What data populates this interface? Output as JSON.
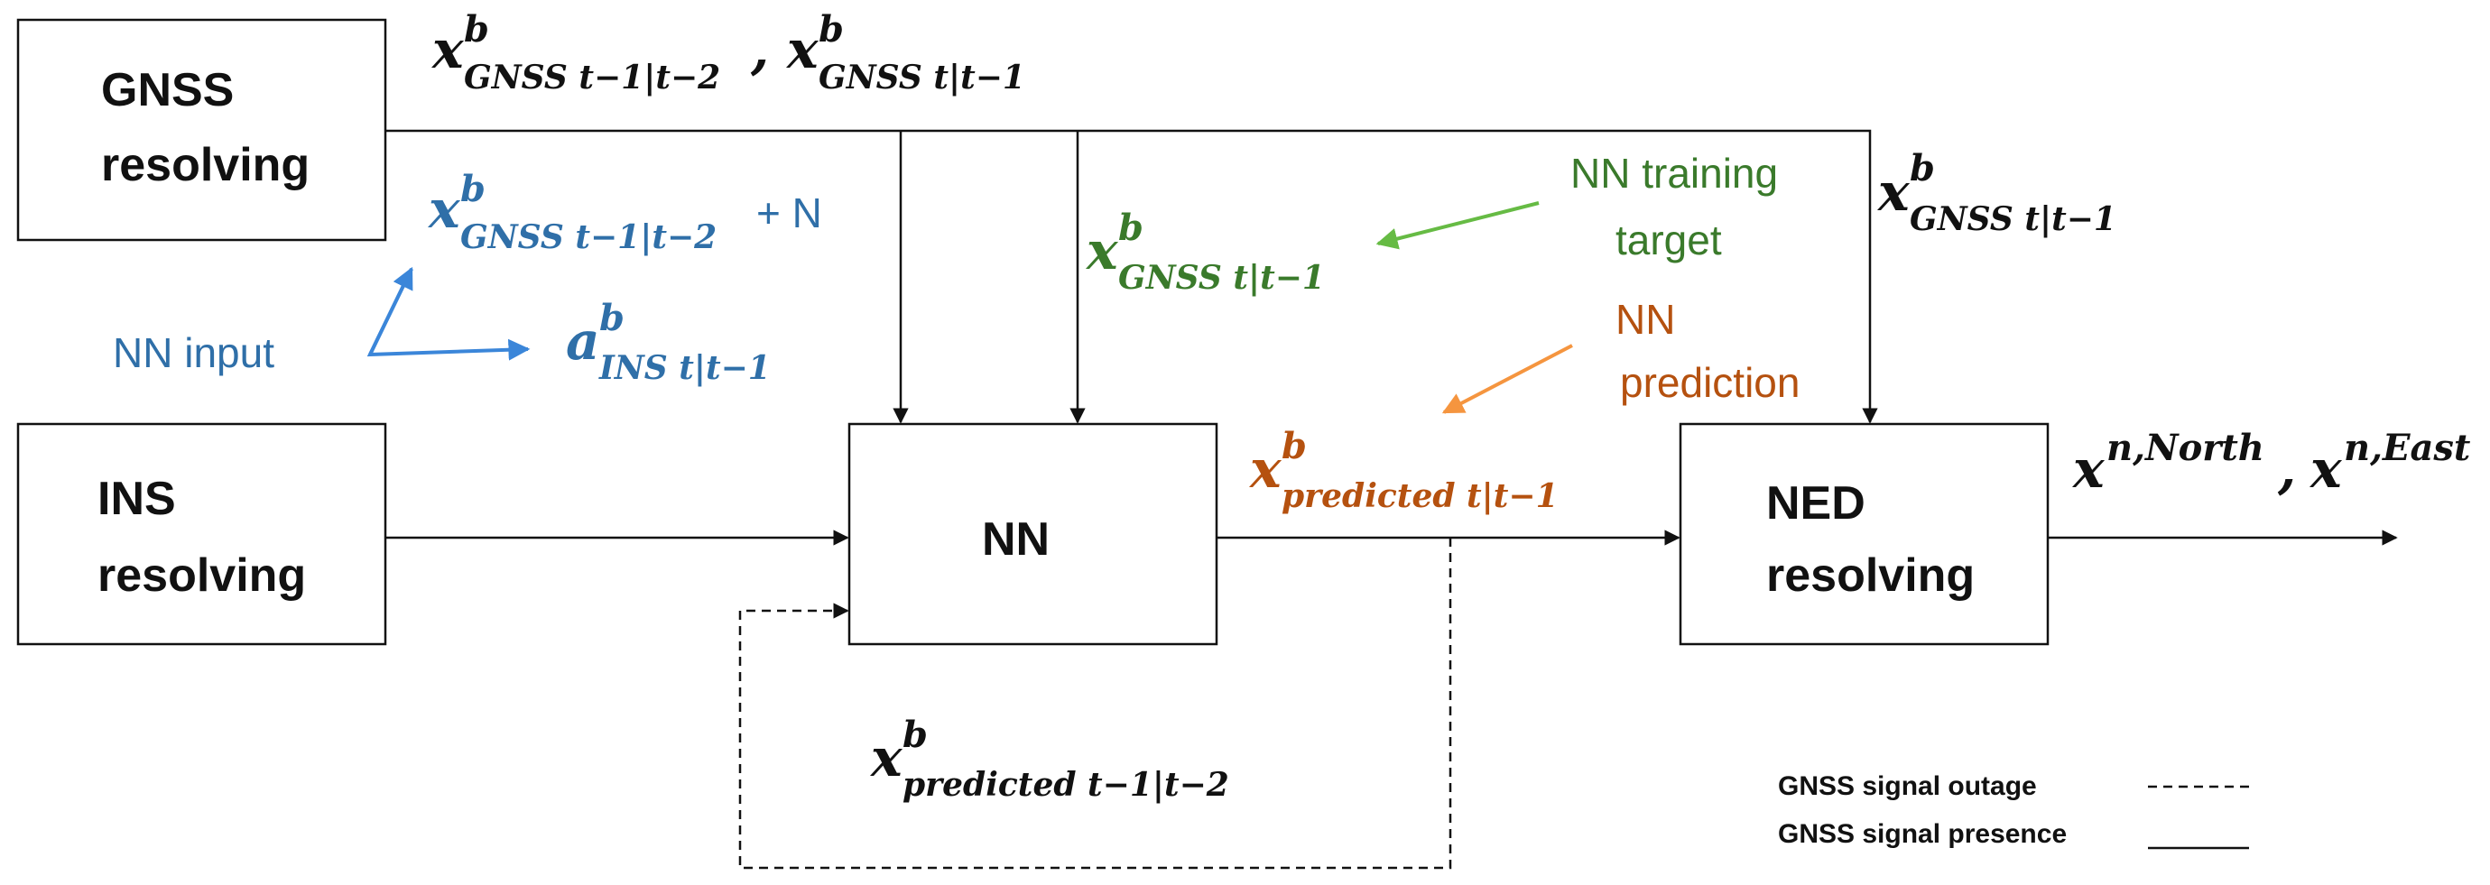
{
  "colors": {
    "black": "#111111",
    "blue": "#2f6fa8",
    "green": "#3a7a2b",
    "orange_text": "#b5510f",
    "blue_arrow": "#3b86d9",
    "green_arrow": "#66bb44",
    "orange_arrow": "#f5953f"
  },
  "boxes": {
    "gnss": [
      "GNSS",
      "resolving"
    ],
    "ins": [
      "INS",
      "resolving"
    ],
    "nn": [
      "NN"
    ],
    "ned": [
      "NED",
      "resolving"
    ]
  },
  "labels": {
    "nn_input": "NN input",
    "nn_training_target": [
      "NN training",
      "target"
    ],
    "nn_prediction": [
      "NN",
      "prediction"
    ]
  },
  "math": {
    "gnss_top": {
      "sym": "x",
      "sup": "b",
      "sub1": "GNSS t−1|t−2",
      "sep": ",",
      "sub2": "GNSS t|t−1"
    },
    "gnss_noise": {
      "sym": "x",
      "sup": "b",
      "sub": "GNSS t−1|t−2",
      "suffix": "+ N"
    },
    "ins_acc": {
      "sym": "a",
      "sup": "b",
      "sub": "INS t|t−1"
    },
    "gnss_target": {
      "sym": "x",
      "sup": "b",
      "sub": "GNSS t|t−1"
    },
    "gnss_right": {
      "sym": "x",
      "sup": "b",
      "sub": "GNSS t|t−1"
    },
    "predicted": {
      "sym": "x",
      "sup": "b",
      "sub": "predicted t|t−1"
    },
    "predicted_prev": {
      "sym": "x",
      "sup": "b",
      "sub": "predicted t−1|t−2"
    },
    "output": {
      "sym": "x",
      "sup1": "n,North",
      "sep": ",",
      "sup2": "n,East"
    }
  },
  "legend": {
    "outage": "GNSS signal outage",
    "presence": "GNSS signal presence"
  }
}
